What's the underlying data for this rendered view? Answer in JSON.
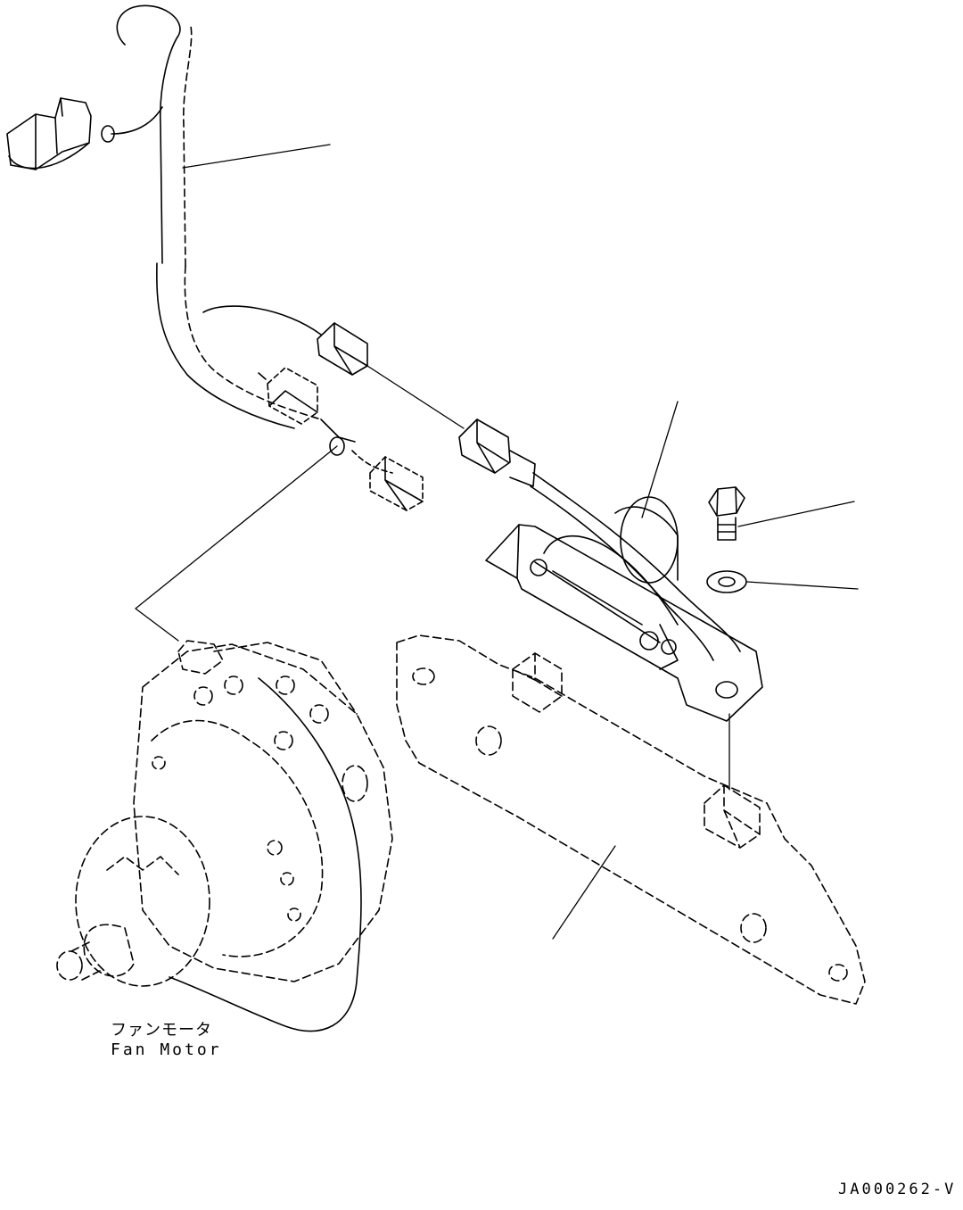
{
  "labels": {
    "fan_motor_jp": "ファンモータ",
    "fan_motor_en": "Fan Motor",
    "drawing_code": "JA000262-V"
  }
}
